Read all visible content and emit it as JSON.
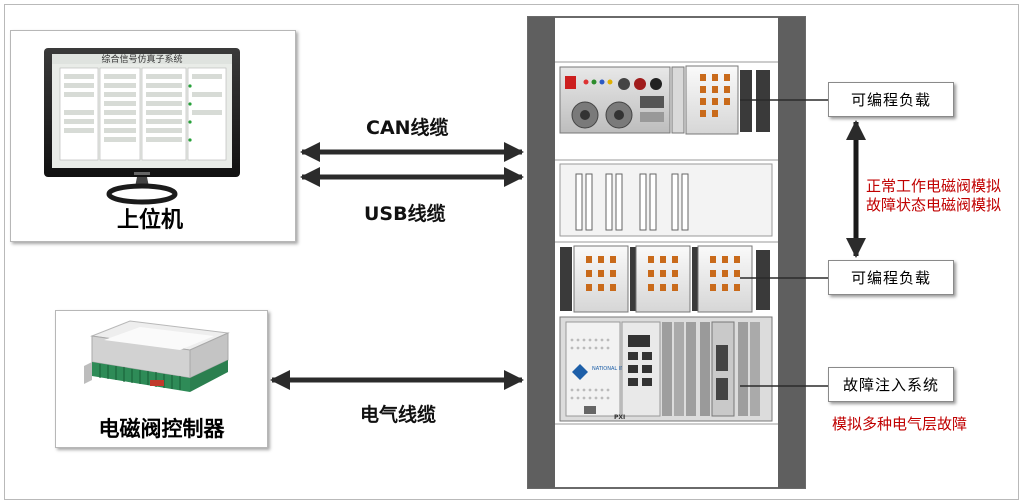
{
  "host_computer": {
    "label": "上位机",
    "screen_title": "综合信号仿真子系统"
  },
  "solenoid_controller": {
    "label": "电磁阀控制器"
  },
  "cables": {
    "can": "CAN线缆",
    "usb": "USB线缆",
    "electrical": "电气线缆"
  },
  "boxes": {
    "programmable_load_top": "可编程负载",
    "programmable_load_bottom": "可编程负载",
    "fault_injection": "故障注入系统"
  },
  "notes": {
    "normal_solenoid": "正常工作电磁阀模拟",
    "fault_solenoid": "故障状态电磁阀模拟",
    "electrical_faults": "模拟多种电气层故障"
  },
  "chassis": {
    "brand_text": "NATIONAL INSTRUMENTS",
    "pxi_text": "PXI"
  },
  "colors": {
    "note_red": "#c00000",
    "arrow": "#2b2b2b",
    "rack": "#5f5f5f"
  }
}
